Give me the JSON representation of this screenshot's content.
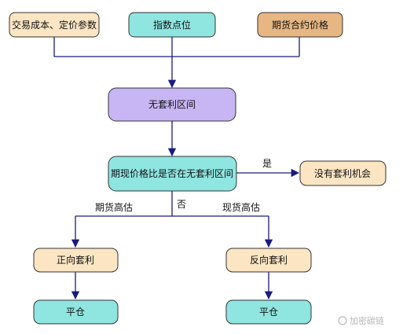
{
  "nodes": {
    "cost": "交易成本、定价参数",
    "index": "指数点位",
    "futures_price": "期货合约价格",
    "no_arb": "无套利区间",
    "question": "期现价格比是否在无套利区间",
    "no_opportunity": "没有套利机会",
    "forward_arb": "正向套利",
    "reverse_arb": "反向套利",
    "close_left": "平仓",
    "close_right": "平仓"
  },
  "labels": {
    "yes": "是",
    "no": "否",
    "futures_high": "期货高估",
    "spot_high": "现货高估"
  },
  "watermark": "加密碳链",
  "colors": {
    "peach": "#fbe5c3",
    "cyan": "#8fe5e0",
    "orange": "#e6b683",
    "lavender": "#c8b5f4",
    "line": "#1a1a80"
  }
}
